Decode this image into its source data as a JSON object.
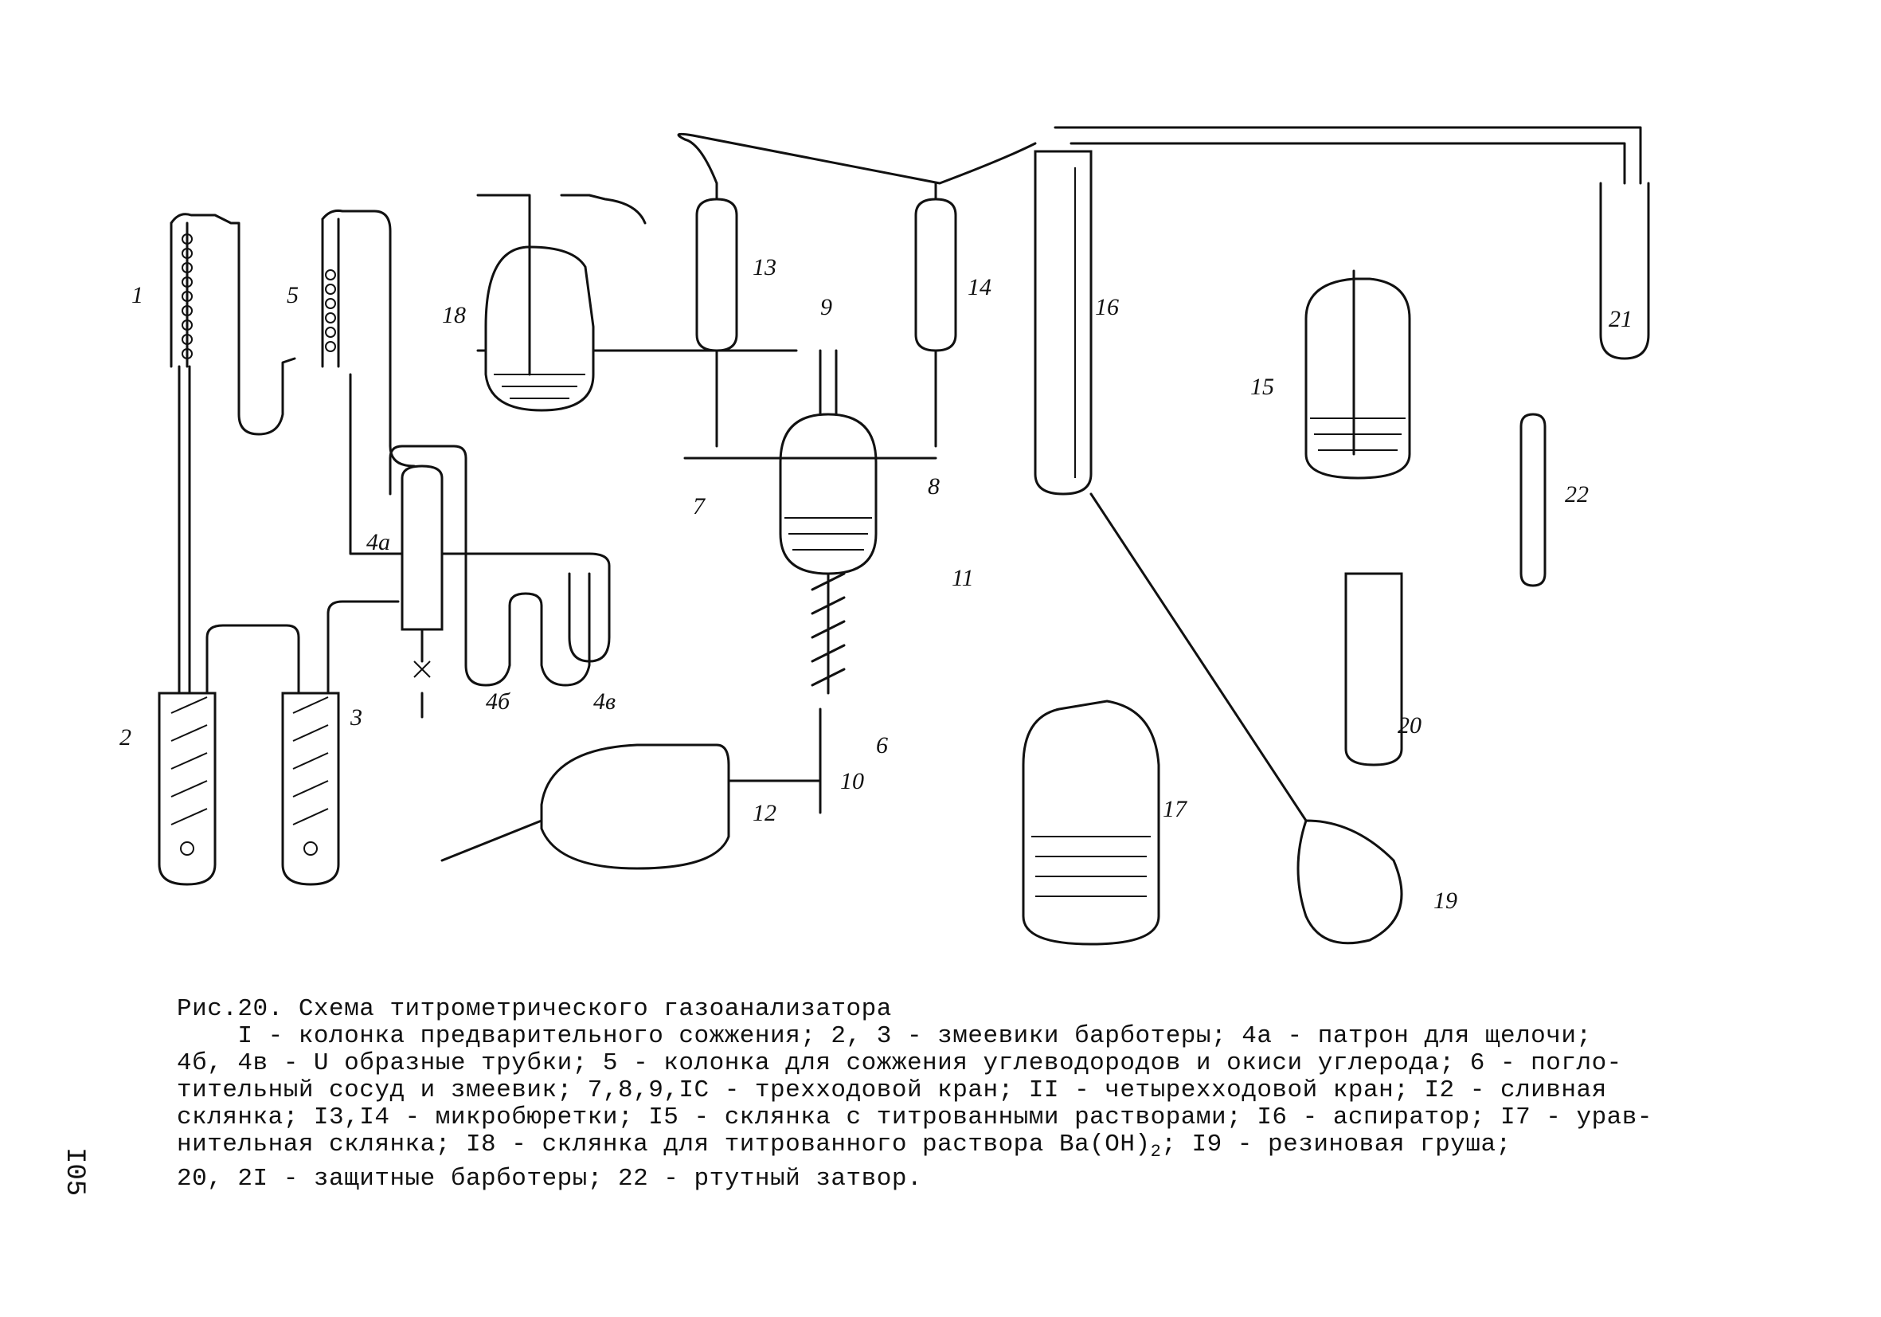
{
  "figure": {
    "labels": {
      "l1": "1",
      "l2": "2",
      "l3": "3",
      "l4a": "4а",
      "l4b": "4б",
      "l4v": "4в",
      "l5": "5",
      "l6": "6",
      "l7": "7",
      "l8": "8",
      "l9": "9",
      "l10": "10",
      "l11": "11",
      "l12": "12",
      "l13": "13",
      "l14": "14",
      "l15": "15",
      "l16": "16",
      "l17": "17",
      "l18": "18",
      "l19": "19",
      "l20": "20",
      "l21": "21",
      "l22": "22"
    }
  },
  "caption": {
    "title": "Рис.20. Схема титрометрического газоанализатора",
    "lines": [
      "    I - колонка предварительного сожжения; 2, 3 - змеевики барботеры; 4а - патрон для щелочи;",
      "4б, 4в - U образные трубки; 5 - колонка для сожжения углеводородов и окиси углерода; 6 - погло-",
      "тительный сосуд и змеевик; 7,8,9,IC - трехходовой кран; II - четырехходовой кран; I2 - сливная",
      "склянка; I3,I4 - микробюретки; I5 - склянка с титрованными растворами; I6 - аспиратор; I7 - урав-",
      "нительная склянка; I8 - склянка для титрованного раствора Ba(OH)",
      "20, 2I - защитные барботеры; 22 - ртутный затвор."
    ],
    "line5_subscript": "2",
    "line5_tail": "; I9 - резиновая груша;"
  },
  "page_number": "I05"
}
